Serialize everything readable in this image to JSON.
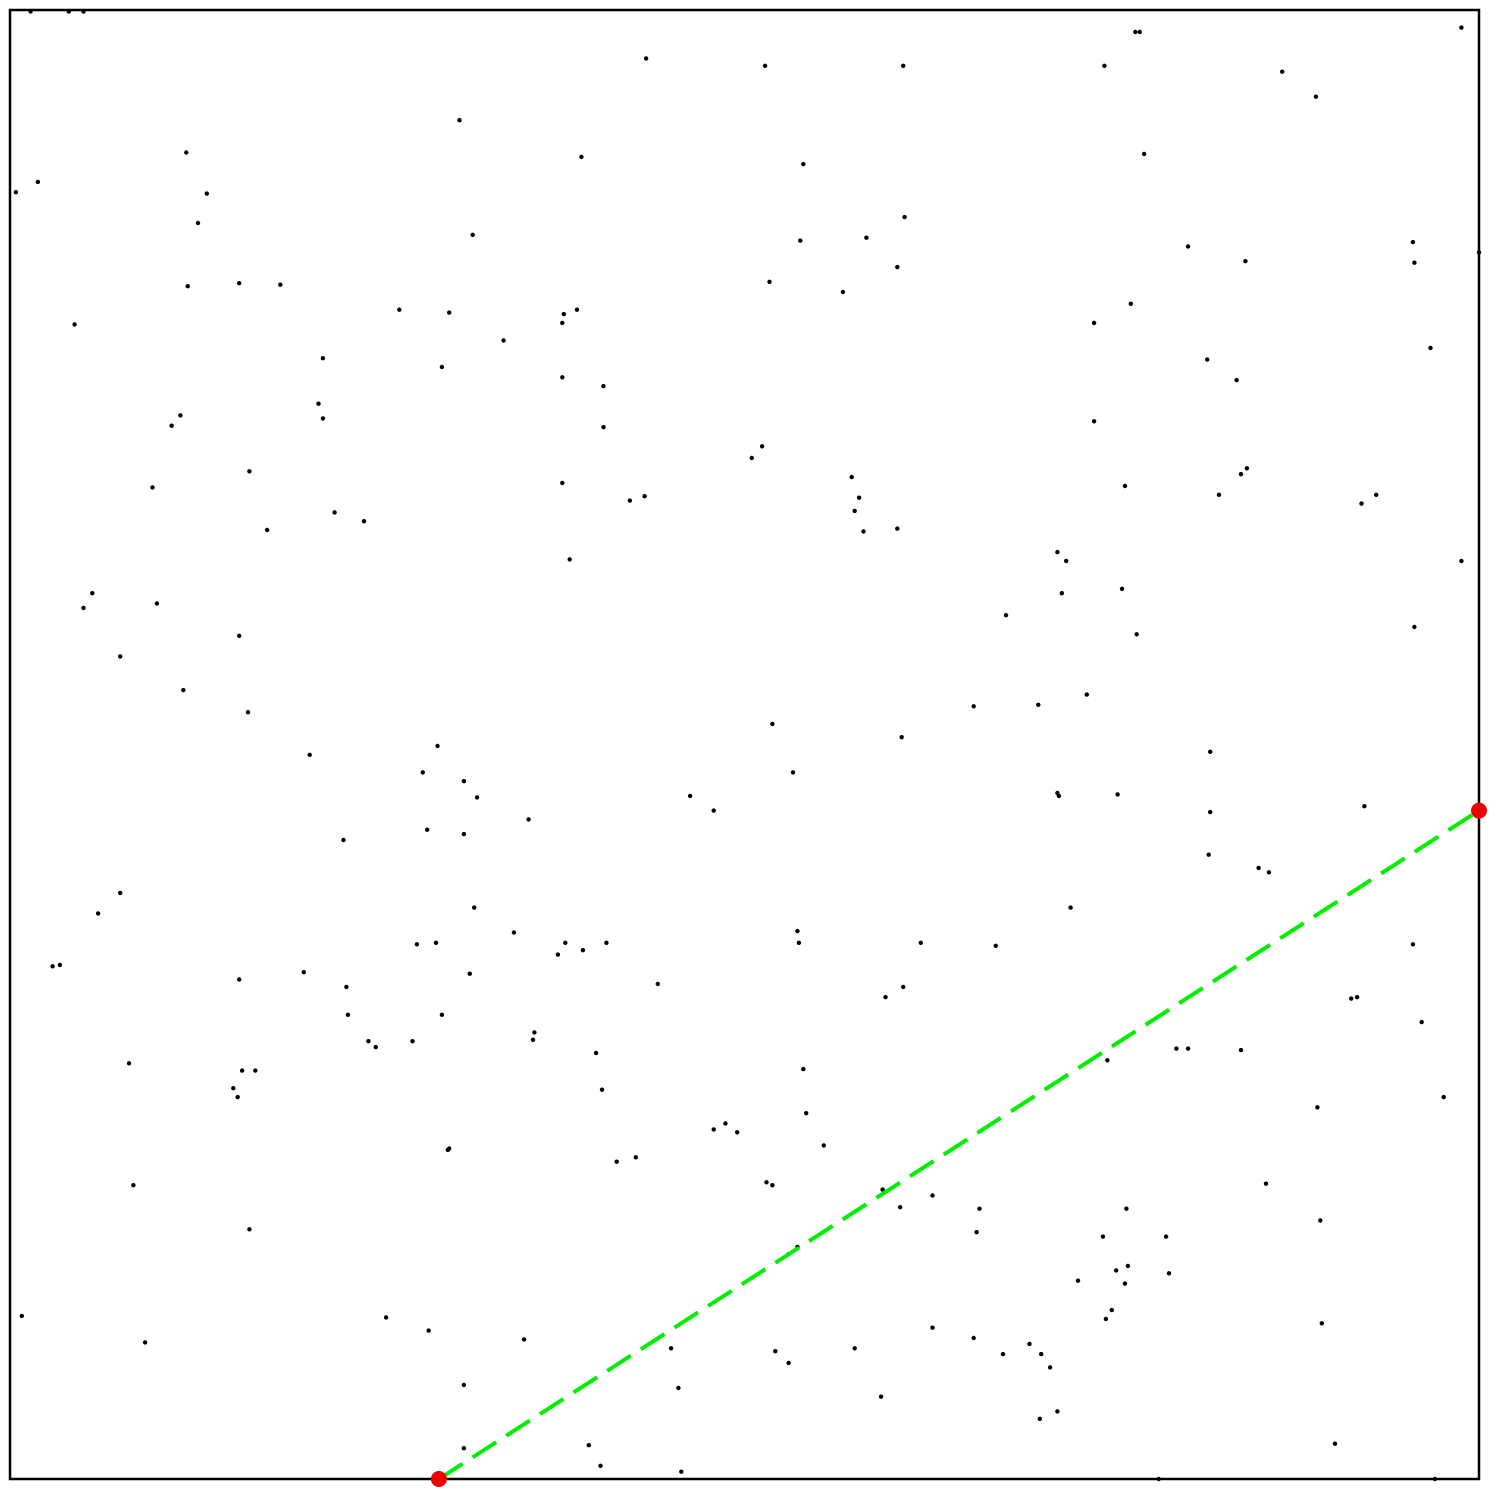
{
  "chart_data": {
    "type": "scatter",
    "title": "",
    "xlabel": "",
    "ylabel": "",
    "xlim": [
      0,
      1
    ],
    "ylim": [
      0,
      1
    ],
    "grid": false,
    "axes_ticks": false,
    "colors": {
      "points": "#000000",
      "line": "#00ee00",
      "endpoints": "#ee0000",
      "frame": "#000000"
    },
    "series": [
      {
        "type": "scatter",
        "points": [
          [
            0.014,
            0.999
          ],
          [
            0.04,
            0.999
          ],
          [
            0.05,
            0.999
          ],
          [
            0.433,
            0.967
          ],
          [
            0.514,
            0.962
          ],
          [
            0.608,
            0.962
          ],
          [
            0.745,
            0.962
          ],
          [
            0.766,
            0.985
          ],
          [
            0.769,
            0.985
          ],
          [
            0.866,
            0.958
          ],
          [
            0.889,
            0.941
          ],
          [
            0.988,
            0.988
          ],
          [
            0.306,
            0.925
          ],
          [
            0.389,
            0.9
          ],
          [
            0.54,
            0.895
          ],
          [
            0.772,
            0.902
          ],
          [
            0.12,
            0.903
          ],
          [
            0.004,
            0.876
          ],
          [
            0.019,
            0.883
          ],
          [
            0.134,
            0.875
          ],
          [
            0.128,
            0.855
          ],
          [
            0.315,
            0.847
          ],
          [
            0.538,
            0.843
          ],
          [
            0.604,
            0.825
          ],
          [
            0.583,
            0.845
          ],
          [
            0.609,
            0.859
          ],
          [
            0.802,
            0.839
          ],
          [
            0.841,
            0.829
          ],
          [
            0.955,
            0.842
          ],
          [
            0.956,
            0.828
          ],
          [
            1.0,
            0.835
          ],
          [
            0.121,
            0.812
          ],
          [
            0.156,
            0.814
          ],
          [
            0.184,
            0.813
          ],
          [
            0.044,
            0.786
          ],
          [
            0.265,
            0.796
          ],
          [
            0.299,
            0.794
          ],
          [
            0.376,
            0.787
          ],
          [
            0.377,
            0.793
          ],
          [
            0.386,
            0.796
          ],
          [
            0.336,
            0.775
          ],
          [
            0.517,
            0.815
          ],
          [
            0.567,
            0.808
          ],
          [
            0.738,
            0.787
          ],
          [
            0.763,
            0.8
          ],
          [
            0.815,
            0.762
          ],
          [
            0.835,
            0.748
          ],
          [
            0.967,
            0.77
          ],
          [
            0.738,
            0.72
          ],
          [
            0.213,
            0.763
          ],
          [
            0.294,
            0.757
          ],
          [
            0.376,
            0.75
          ],
          [
            0.404,
            0.744
          ],
          [
            0.116,
            0.724
          ],
          [
            0.11,
            0.717
          ],
          [
            0.163,
            0.686
          ],
          [
            0.213,
            0.722
          ],
          [
            0.404,
            0.716
          ],
          [
            0.21,
            0.732
          ],
          [
            0.175,
            0.646
          ],
          [
            0.097,
            0.675
          ],
          [
            0.221,
            0.658
          ],
          [
            0.241,
            0.652
          ],
          [
            0.422,
            0.666
          ],
          [
            0.376,
            0.678
          ],
          [
            0.381,
            0.626
          ],
          [
            0.432,
            0.669
          ],
          [
            0.512,
            0.703
          ],
          [
            0.505,
            0.695
          ],
          [
            0.573,
            0.682
          ],
          [
            0.578,
            0.668
          ],
          [
            0.581,
            0.645
          ],
          [
            0.604,
            0.647
          ],
          [
            0.575,
            0.659
          ],
          [
            0.823,
            0.67
          ],
          [
            0.838,
            0.684
          ],
          [
            0.842,
            0.688
          ],
          [
            0.759,
            0.676
          ],
          [
            0.713,
            0.631
          ],
          [
            0.719,
            0.625
          ],
          [
            0.678,
            0.588
          ],
          [
            0.716,
            0.603
          ],
          [
            0.757,
            0.606
          ],
          [
            0.767,
            0.575
          ],
          [
            0.92,
            0.664
          ],
          [
            0.956,
            0.58
          ],
          [
            0.988,
            0.625
          ],
          [
            0.93,
            0.67
          ],
          [
            0.05,
            0.593
          ],
          [
            0.056,
            0.603
          ],
          [
            0.1,
            0.596
          ],
          [
            0.156,
            0.574
          ],
          [
            0.075,
            0.56
          ],
          [
            0.118,
            0.537
          ],
          [
            0.162,
            0.522
          ],
          [
            0.519,
            0.514
          ],
          [
            0.607,
            0.505
          ],
          [
            0.656,
            0.526
          ],
          [
            0.7,
            0.527
          ],
          [
            0.733,
            0.534
          ],
          [
            0.533,
            0.481
          ],
          [
            0.463,
            0.465
          ],
          [
            0.291,
            0.499
          ],
          [
            0.204,
            0.493
          ],
          [
            0.318,
            0.464
          ],
          [
            0.227,
            0.435
          ],
          [
            0.309,
            0.475
          ],
          [
            0.281,
            0.481
          ],
          [
            0.309,
            0.439
          ],
          [
            0.284,
            0.442
          ],
          [
            0.353,
            0.449
          ],
          [
            0.479,
            0.455
          ],
          [
            0.714,
            0.465
          ],
          [
            0.713,
            0.467
          ],
          [
            0.754,
            0.466
          ],
          [
            0.817,
            0.495
          ],
          [
            0.817,
            0.454
          ],
          [
            0.816,
            0.425
          ],
          [
            0.85,
            0.416
          ],
          [
            0.857,
            0.413
          ],
          [
            0.922,
            0.458
          ],
          [
            0.075,
            0.399
          ],
          [
            0.06,
            0.385
          ],
          [
            0.029,
            0.349
          ],
          [
            0.034,
            0.35
          ],
          [
            0.156,
            0.34
          ],
          [
            0.2,
            0.345
          ],
          [
            0.229,
            0.335
          ],
          [
            0.277,
            0.364
          ],
          [
            0.29,
            0.365
          ],
          [
            0.313,
            0.344
          ],
          [
            0.316,
            0.389
          ],
          [
            0.343,
            0.372
          ],
          [
            0.39,
            0.36
          ],
          [
            0.294,
            0.316
          ],
          [
            0.373,
            0.357
          ],
          [
            0.378,
            0.365
          ],
          [
            0.406,
            0.365
          ],
          [
            0.441,
            0.337
          ],
          [
            0.536,
            0.373
          ],
          [
            0.537,
            0.365
          ],
          [
            0.62,
            0.365
          ],
          [
            0.671,
            0.363
          ],
          [
            0.722,
            0.389
          ],
          [
            0.955,
            0.364
          ],
          [
            0.917,
            0.328
          ],
          [
            0.913,
            0.327
          ],
          [
            0.961,
            0.311
          ],
          [
            0.081,
            0.283
          ],
          [
            0.152,
            0.266
          ],
          [
            0.158,
            0.278
          ],
          [
            0.167,
            0.278
          ],
          [
            0.23,
            0.316
          ],
          [
            0.249,
            0.294
          ],
          [
            0.244,
            0.298
          ],
          [
            0.274,
            0.298
          ],
          [
            0.356,
            0.299
          ],
          [
            0.357,
            0.304
          ],
          [
            0.399,
            0.29
          ],
          [
            0.403,
            0.265
          ],
          [
            0.487,
            0.242
          ],
          [
            0.495,
            0.236
          ],
          [
            0.54,
            0.279
          ],
          [
            0.542,
            0.249
          ],
          [
            0.479,
            0.238
          ],
          [
            0.596,
            0.328
          ],
          [
            0.608,
            0.335
          ],
          [
            0.747,
            0.285
          ],
          [
            0.794,
            0.293
          ],
          [
            0.802,
            0.293
          ],
          [
            0.838,
            0.292
          ],
          [
            0.89,
            0.253
          ],
          [
            0.976,
            0.26
          ],
          [
            0.084,
            0.2
          ],
          [
            0.155,
            0.26
          ],
          [
            0.298,
            0.224
          ],
          [
            0.299,
            0.225
          ],
          [
            0.413,
            0.216
          ],
          [
            0.426,
            0.219
          ],
          [
            0.515,
            0.202
          ],
          [
            0.519,
            0.2
          ],
          [
            0.554,
            0.227
          ],
          [
            0.594,
            0.197
          ],
          [
            0.628,
            0.193
          ],
          [
            0.66,
            0.184
          ],
          [
            0.606,
            0.185
          ],
          [
            0.536,
            0.158
          ],
          [
            0.53,
            0.153
          ],
          [
            0.658,
            0.168
          ],
          [
            0.76,
            0.184
          ],
          [
            0.744,
            0.165
          ],
          [
            0.787,
            0.165
          ],
          [
            0.855,
            0.201
          ],
          [
            0.892,
            0.176
          ],
          [
            0.163,
            0.17
          ],
          [
            0.256,
            0.11
          ],
          [
            0.285,
            0.101
          ],
          [
            0.35,
            0.095
          ],
          [
            0.309,
            0.064
          ],
          [
            0.45,
            0.089
          ],
          [
            0.53,
            0.079
          ],
          [
            0.628,
            0.103
          ],
          [
            0.676,
            0.085
          ],
          [
            0.708,
            0.076
          ],
          [
            0.701,
            0.041
          ],
          [
            0.75,
            0.115
          ],
          [
            0.761,
            0.145
          ],
          [
            0.789,
            0.14
          ],
          [
            0.753,
            0.142
          ],
          [
            0.759,
            0.133
          ],
          [
            0.008,
            0.111
          ],
          [
            0.092,
            0.093
          ],
          [
            0.394,
            0.023
          ],
          [
            0.455,
            0.062
          ],
          [
            0.309,
            0.021
          ],
          [
            0.521,
            0.087
          ],
          [
            0.575,
            0.089
          ],
          [
            0.593,
            0.056
          ],
          [
            0.656,
            0.096
          ],
          [
            0.713,
            0.046
          ],
          [
            0.702,
            0.085
          ],
          [
            0.893,
            0.106
          ],
          [
            0.902,
            0.024
          ],
          [
            0.97,
            0.0
          ],
          [
            0.782,
            0.0
          ],
          [
            0.402,
            0.009
          ],
          [
            0.457,
            0.005
          ],
          [
            0.746,
            0.109
          ],
          [
            0.694,
            0.092
          ],
          [
            0.727,
            0.135
          ]
        ]
      },
      {
        "type": "line",
        "style": "dashed",
        "points": [
          [
            0.292,
            0.0
          ],
          [
            1.0,
            0.455
          ]
        ]
      },
      {
        "type": "scatter",
        "style": "endpoint",
        "points": [
          [
            0.292,
            0.0
          ],
          [
            1.0,
            0.455
          ]
        ]
      }
    ]
  }
}
